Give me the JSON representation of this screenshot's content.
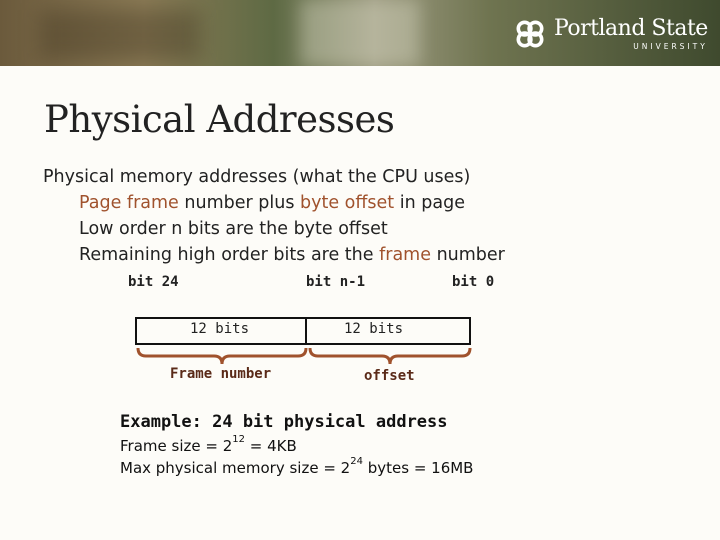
{
  "header": {
    "logo_name": "Portland State",
    "logo_sub": "UNIVERSITY"
  },
  "slide": {
    "title": "Physical Addresses",
    "bullet_main": "Physical memory addresses (what the CPU uses)",
    "sub1_a": "Page frame",
    "sub1_b": " number plus ",
    "sub1_c": "byte offset",
    "sub1_d": " in page",
    "sub2": "Low order n bits are the byte offset",
    "sub3_a": "Remaining high order bits are the ",
    "sub3_b": "frame",
    "sub3_c": " number"
  },
  "diagram": {
    "bit_high": "bit 24",
    "bit_mid": "bit n-1",
    "bit_low": "bit 0",
    "cell_left": "12 bits",
    "cell_right": "12 bits",
    "brace_left_label": "Frame number",
    "brace_right_label": "offset",
    "brace_color": "#a0522d"
  },
  "example": {
    "heading": "Example: 24 bit physical address",
    "line1_a": "Frame size = 2",
    "line1_exp": "12",
    "line1_b": " = 4KB",
    "line2_a": "Max physical memory size = 2",
    "line2_exp": "24",
    "line2_b": " bytes = 16MB"
  }
}
